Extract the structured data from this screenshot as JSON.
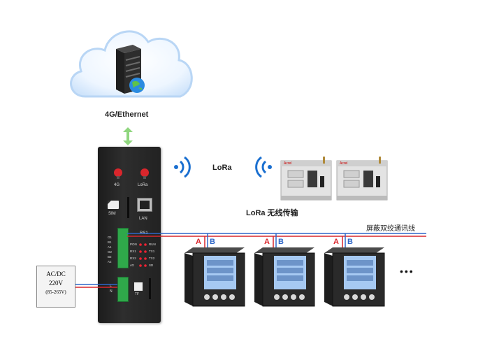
{
  "cloud": {
    "label": "4G/Ethernet"
  },
  "gateway": {
    "antenna_4g_label": "4G",
    "antenna_lora_label": "LoRa",
    "sim_label": "SIM",
    "lan_label": "LAN",
    "rs_label": "RS1",
    "terminal_left_labels": [
      "G1",
      "B1",
      "A1",
      "G2",
      "B2",
      "A2"
    ],
    "led_labels_left": [
      "PON",
      "RX1",
      "RX2",
      "4G"
    ],
    "led_labels_right": [
      "RUN",
      "TX1",
      "TX2",
      "SD"
    ],
    "power_terminal_labels": [
      "L",
      "N"
    ],
    "tf_label": "TF"
  },
  "lora_label": "LoRa",
  "lora_transmission_label": "LoRa 无线传输",
  "power_box": {
    "line1": "AC/DC",
    "line2": "220V",
    "line3": "(85-265V)"
  },
  "cable_label": "屏蔽双绞通讯线",
  "meters": [
    {
      "a": "A",
      "b": "B"
    },
    {
      "a": "A",
      "b": "B"
    },
    {
      "a": "A",
      "b": "B"
    }
  ],
  "lora_module_brand": "Acrel",
  "ellipsis": "•••",
  "colors": {
    "red_wire": "#d9262c",
    "blue_wire": "#2f67c8",
    "arrow": "#8fd67e",
    "lora_wave": "#1a6fd0"
  }
}
